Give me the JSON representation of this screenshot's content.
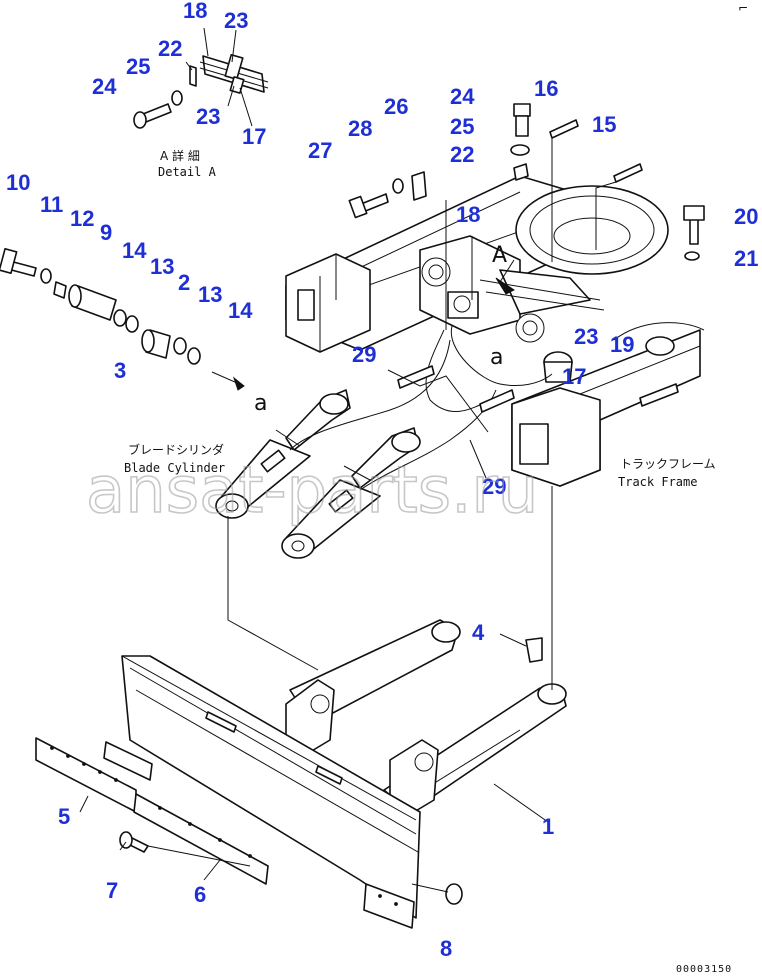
{
  "watermark": "ansat-parts.ru",
  "drawing_number": "00003150",
  "corner_mark": "⌐",
  "detail_caption": {
    "japanese": "A 詳 細",
    "english": "Detail A"
  },
  "view_letters": {
    "upper": "A",
    "lower": "a",
    "arrow_target": "a"
  },
  "component_labels": {
    "blade_cylinder_jp": "ブレードシリンダ",
    "blade_cylinder_en": "Blade Cylinder",
    "track_frame_jp": "トラックフレーム",
    "track_frame_en": "Track Frame"
  },
  "callouts": [
    {
      "number": "18",
      "key": "18a"
    },
    {
      "number": "23",
      "key": "23a"
    },
    {
      "number": "22",
      "key": "22a"
    },
    {
      "number": "25",
      "key": "25a"
    },
    {
      "number": "24",
      "key": "24a"
    },
    {
      "number": "23",
      "key": "23b"
    },
    {
      "number": "17",
      "key": "17a"
    },
    {
      "number": "26",
      "key": "26"
    },
    {
      "number": "24",
      "key": "24b"
    },
    {
      "number": "16",
      "key": "16"
    },
    {
      "number": "28",
      "key": "28"
    },
    {
      "number": "25",
      "key": "25b"
    },
    {
      "number": "15",
      "key": "15"
    },
    {
      "number": "27",
      "key": "27"
    },
    {
      "number": "22",
      "key": "22b"
    },
    {
      "number": "10",
      "key": "10"
    },
    {
      "number": "11",
      "key": "11"
    },
    {
      "number": "12",
      "key": "12"
    },
    {
      "number": "9",
      "key": "9"
    },
    {
      "number": "14",
      "key": "14a"
    },
    {
      "number": "13",
      "key": "13a"
    },
    {
      "number": "2",
      "key": "2"
    },
    {
      "number": "13",
      "key": "13b"
    },
    {
      "number": "14",
      "key": "14b"
    },
    {
      "number": "3",
      "key": "3"
    },
    {
      "number": "18",
      "key": "18b"
    },
    {
      "number": "20",
      "key": "20"
    },
    {
      "number": "21",
      "key": "21"
    },
    {
      "number": "23",
      "key": "23c"
    },
    {
      "number": "19",
      "key": "19"
    },
    {
      "number": "17",
      "key": "17b"
    },
    {
      "number": "29",
      "key": "29a"
    },
    {
      "number": "29",
      "key": "29b"
    },
    {
      "number": "4",
      "key": "4"
    },
    {
      "number": "5",
      "key": "5"
    },
    {
      "number": "1",
      "key": "1"
    },
    {
      "number": "6",
      "key": "6"
    },
    {
      "number": "7",
      "key": "7"
    },
    {
      "number": "8",
      "key": "8"
    }
  ],
  "colors": {
    "callout": "#1e2fd6",
    "line": "#111111",
    "watermark": "#9a9a9a"
  }
}
